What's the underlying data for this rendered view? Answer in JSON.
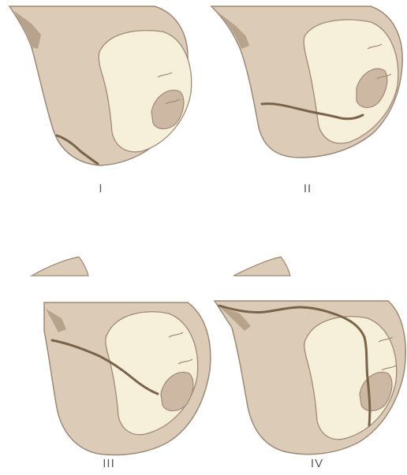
{
  "figure": {
    "panels": [
      {
        "label": "I"
      },
      {
        "label": "II"
      },
      {
        "label": "III"
      },
      {
        "label": "IV"
      }
    ]
  },
  "colors": {
    "bone_fill": "#dccbb7",
    "cartilage_fill": "#f6f0da",
    "condyle_fill": "#cdb8a3",
    "outline": "#9d8a76",
    "fracture": "#7a6348",
    "label": "#5a5a5a"
  }
}
